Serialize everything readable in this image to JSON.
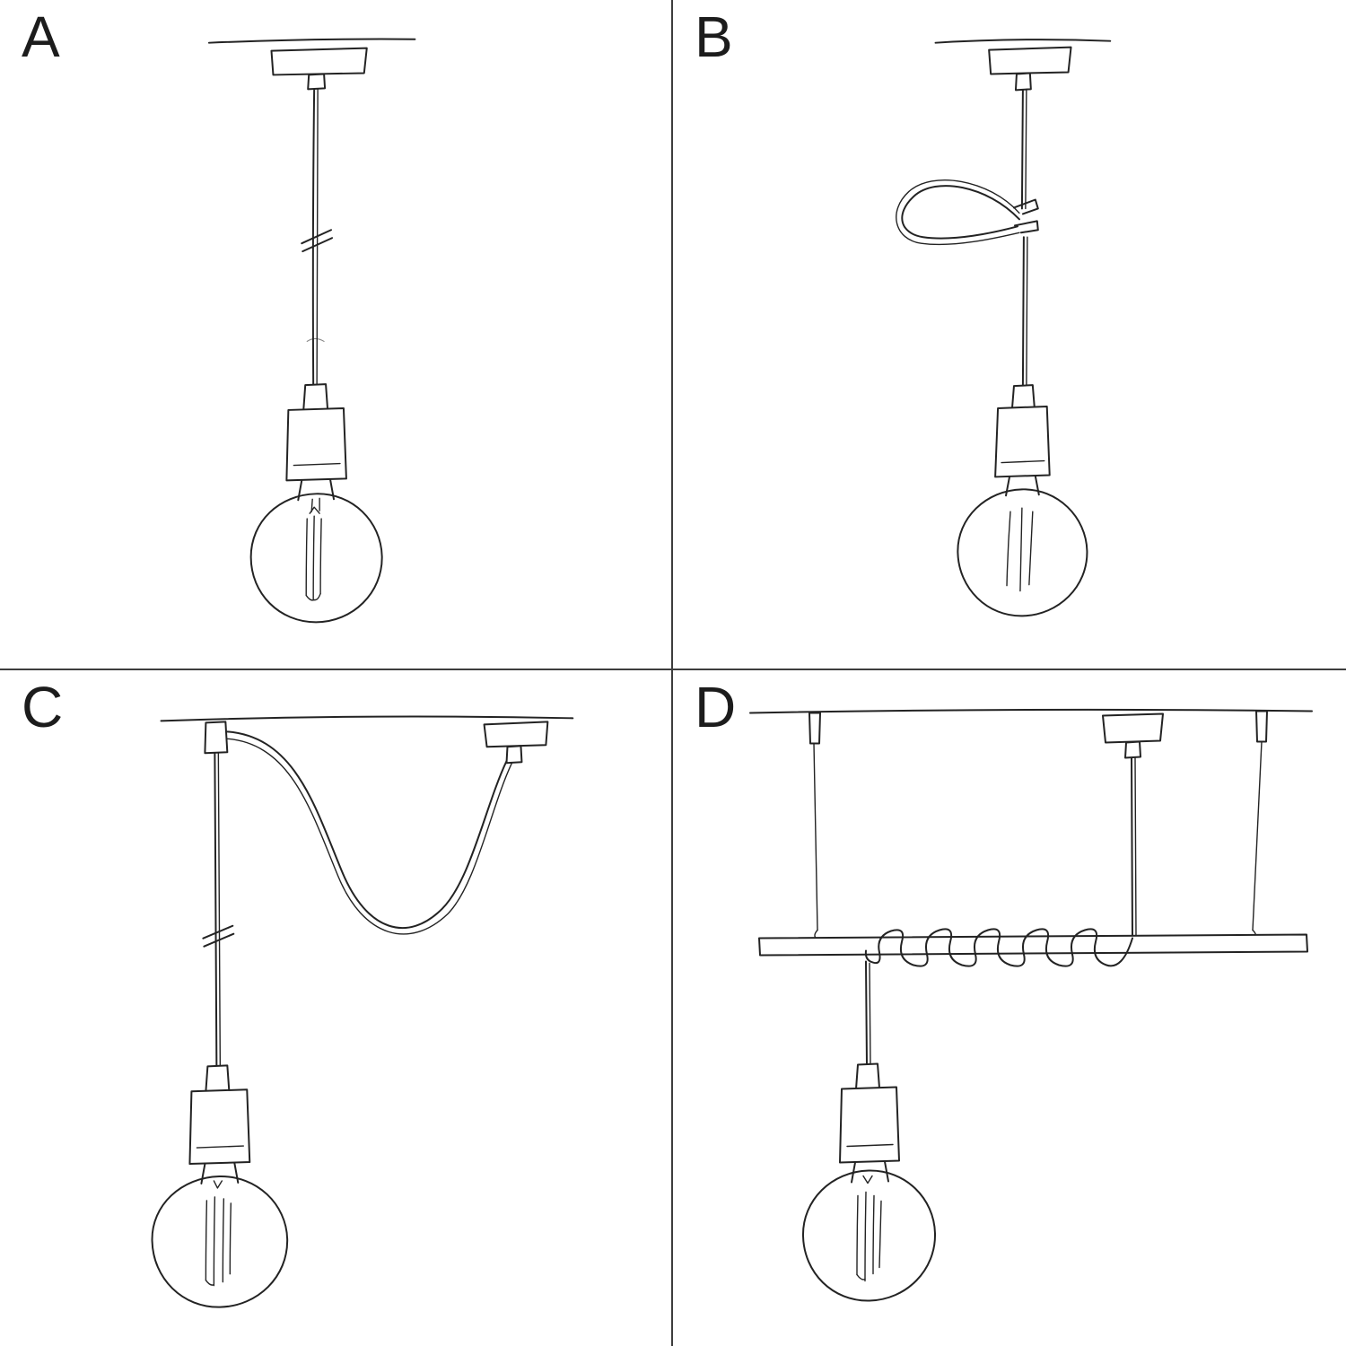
{
  "panels": [
    {
      "label": "A",
      "name": "pendant-straight-cable-sketch"
    },
    {
      "label": "B",
      "name": "pendant-cable-clip-loop-sketch"
    },
    {
      "label": "C",
      "name": "pendant-swag-hook-sketch"
    },
    {
      "label": "D",
      "name": "pendant-spiral-wrapped-bar-sketch"
    }
  ],
  "colors": {
    "ink": "#232323",
    "divider": "#3d3d3d",
    "background": "#ffffff"
  }
}
